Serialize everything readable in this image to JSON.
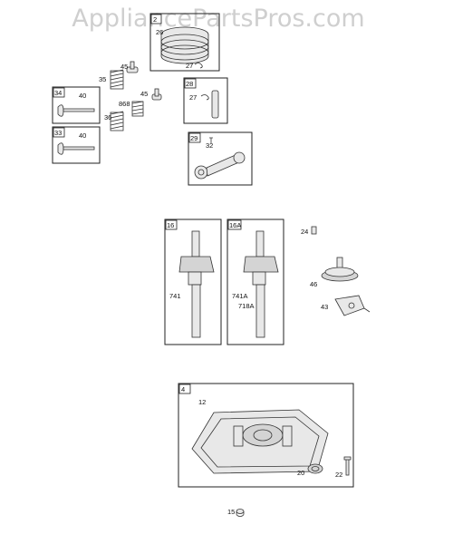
{
  "watermark": "AppliancePartsPros.com",
  "groups": {
    "g24": "2",
    "g34": "34",
    "g33": "33",
    "g28": "28",
    "g29": "29",
    "g16": "16",
    "g16a": "16A",
    "g4": "4"
  },
  "labels": {
    "l26": "26",
    "l27a": "27",
    "l45a": "45",
    "l35": "35",
    "l40a": "40",
    "l868": "868",
    "l45b": "45",
    "l36": "36",
    "l40b": "40",
    "l27b": "27",
    "l32": "32",
    "l24": "24",
    "l741": "741",
    "l741a": "741A",
    "l718a": "718A",
    "l46": "46",
    "l43": "43",
    "l12": "12",
    "l20": "20",
    "l22": "22",
    "l15": "15"
  }
}
